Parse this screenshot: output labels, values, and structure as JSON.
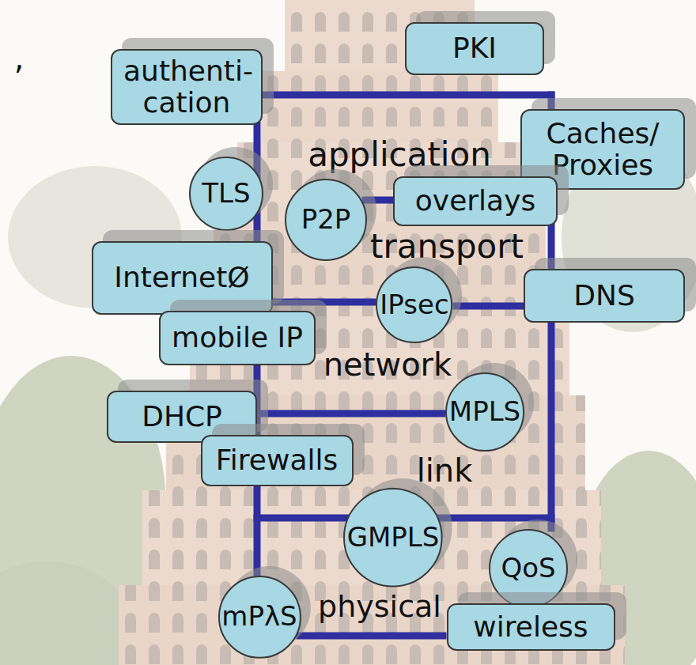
{
  "diagram": {
    "nodes": [
      {
        "text": [
          "PKI"
        ]
      },
      {
        "text": [
          "authenti- cation"
        ]
      },
      {
        "text": [
          "Caches/ Proxies"
        ]
      },
      {
        "text": [
          "TLS"
        ]
      },
      {
        "text": [
          "P2P"
        ]
      },
      {
        "text": [
          "overlays"
        ]
      },
      {
        "text": [
          "InternetØ"
        ]
      },
      {
        "text": [
          "IPsec"
        ]
      },
      {
        "text": [
          "DNS"
        ]
      },
      {
        "text": [
          "mobile IP"
        ]
      },
      {
        "text": [
          "DHCP"
        ]
      },
      {
        "text": [
          "MPLS"
        ]
      },
      {
        "text": [
          "Firewalls"
        ]
      },
      {
        "text": [
          "GMPLS"
        ]
      },
      {
        "text": [
          "QoS"
        ]
      },
      {
        "text": [
          "mPλS"
        ]
      },
      {
        "text": [
          "wireless"
        ]
      }
    ],
    "edges": [
      {
        "from": 4,
        "to": 5,
        "arrow": "none"
      },
      {
        "from": 6,
        "to": 7,
        "arrow": "none"
      },
      {
        "from": 7,
        "to": 8,
        "arrow": "none"
      },
      {
        "from": 10,
        "to": 11,
        "arrow": "none"
      },
      {
        "from": 15,
        "to": 16,
        "arrow": "none"
      }
    ],
    "labels": [
      ",",
      "application",
      "transport",
      "network",
      "link",
      "physical"
    ]
  }
}
